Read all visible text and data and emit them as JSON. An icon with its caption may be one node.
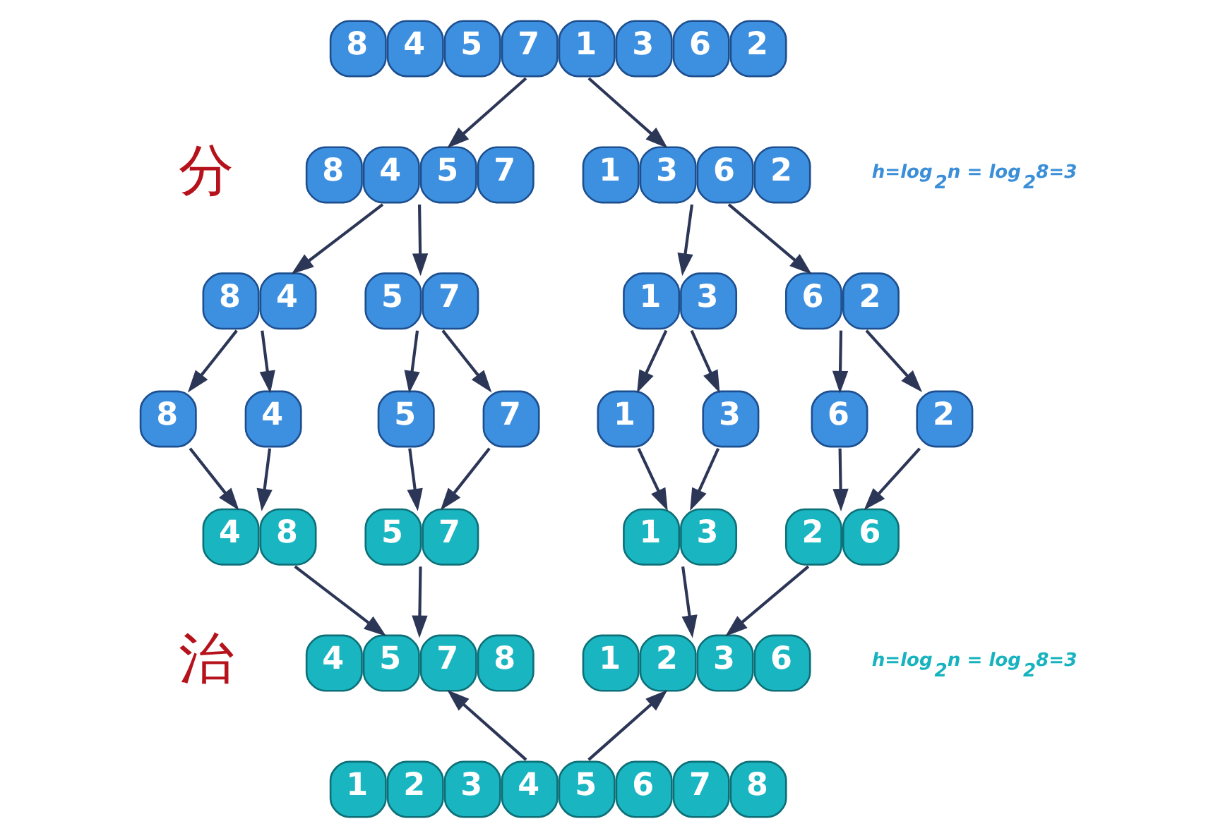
{
  "diagram": {
    "nodes": [
      {
        "text": [
          "8",
          "4",
          "5",
          "7",
          "1",
          "3",
          "6",
          "2"
        ]
      },
      {
        "text": [
          "8",
          "4",
          "5",
          "7"
        ]
      },
      {
        "text": [
          "1",
          "3",
          "6",
          "2"
        ]
      },
      {
        "text": [
          "8",
          "4"
        ]
      },
      {
        "text": [
          "5",
          "7"
        ]
      },
      {
        "text": [
          "1",
          "3"
        ]
      },
      {
        "text": [
          "6",
          "2"
        ]
      },
      {
        "text": [
          "8"
        ]
      },
      {
        "text": [
          "4"
        ]
      },
      {
        "text": [
          "5"
        ]
      },
      {
        "text": [
          "7"
        ]
      },
      {
        "text": [
          "1"
        ]
      },
      {
        "text": [
          "3"
        ]
      },
      {
        "text": [
          "6"
        ]
      },
      {
        "text": [
          "2"
        ]
      },
      {
        "text": [
          "4",
          "8"
        ]
      },
      {
        "text": [
          "5",
          "7"
        ]
      },
      {
        "text": [
          "1",
          "3"
        ]
      },
      {
        "text": [
          "2",
          "6"
        ]
      },
      {
        "text": [
          "4",
          "5",
          "7",
          "8"
        ]
      },
      {
        "text": [
          "1",
          "2",
          "3",
          "6"
        ]
      },
      {
        "text": [
          "1",
          "2",
          "3",
          "4",
          "5",
          "6",
          "7",
          "8"
        ]
      }
    ],
    "edges": [
      {
        "from": 0,
        "to": 1,
        "arrow": "to"
      },
      {
        "from": 0,
        "to": 2,
        "arrow": "to"
      },
      {
        "from": 1,
        "to": 3,
        "arrow": "to"
      },
      {
        "from": 1,
        "to": 4,
        "arrow": "to"
      },
      {
        "from": 2,
        "to": 5,
        "arrow": "to"
      },
      {
        "from": 2,
        "to": 6,
        "arrow": "to"
      },
      {
        "from": 3,
        "to": 7,
        "arrow": "to"
      },
      {
        "from": 3,
        "to": 8,
        "arrow": "to"
      },
      {
        "from": 4,
        "to": 9,
        "arrow": "to"
      },
      {
        "from": 4,
        "to": 10,
        "arrow": "to"
      },
      {
        "from": 5,
        "to": 11,
        "arrow": "to"
      },
      {
        "from": 5,
        "to": 12,
        "arrow": "to"
      },
      {
        "from": 6,
        "to": 13,
        "arrow": "to"
      },
      {
        "from": 6,
        "to": 14,
        "arrow": "to"
      },
      {
        "from": 7,
        "to": 15,
        "arrow": "to"
      },
      {
        "from": 8,
        "to": 15,
        "arrow": "to"
      },
      {
        "from": 9,
        "to": 16,
        "arrow": "to"
      },
      {
        "from": 10,
        "to": 16,
        "arrow": "to"
      },
      {
        "from": 11,
        "to": 17,
        "arrow": "to"
      },
      {
        "from": 12,
        "to": 17,
        "arrow": "to"
      },
      {
        "from": 13,
        "to": 18,
        "arrow": "to"
      },
      {
        "from": 14,
        "to": 18,
        "arrow": "to"
      },
      {
        "from": 15,
        "to": 19,
        "arrow": "to"
      },
      {
        "from": 16,
        "to": 19,
        "arrow": "to"
      },
      {
        "from": 17,
        "to": 20,
        "arrow": "to"
      },
      {
        "from": 18,
        "to": 20,
        "arrow": "to"
      },
      {
        "from": 21,
        "to": 19,
        "arrow": "to"
      },
      {
        "from": 21,
        "to": 20,
        "arrow": "to"
      }
    ],
    "labels": [
      "分",
      "h=log$_{2}$n = log$_{2}$8=3",
      "治",
      "h=log$_{2}$n = log$_{2}$8=3"
    ]
  }
}
